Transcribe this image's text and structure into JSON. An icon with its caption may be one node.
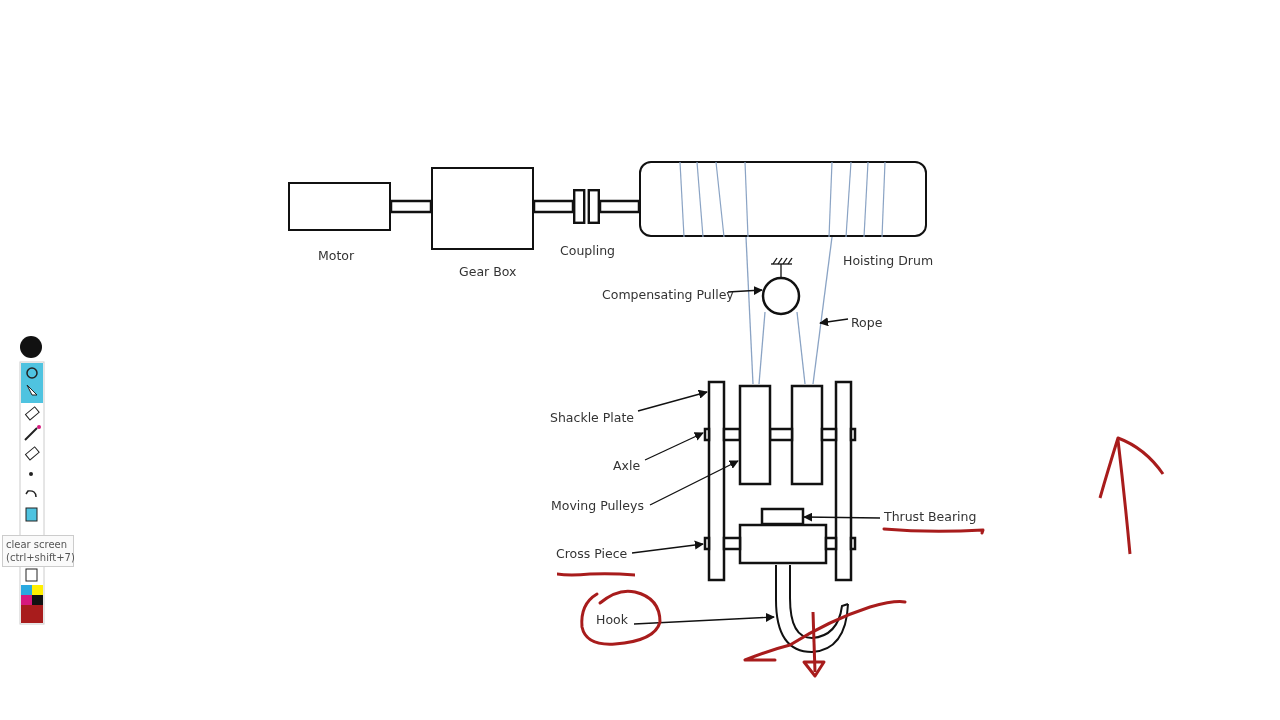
{
  "diagram": {
    "nodes": [
      {
        "text": [
          "Motor"
        ]
      },
      {
        "text": [
          "Gear Box"
        ]
      },
      {
        "text": [
          "Coupling"
        ]
      },
      {
        "text": [
          "Hoisting Drum"
        ]
      },
      {
        "text": [
          "Compensating Pulley"
        ]
      },
      {
        "text": [],
        "shape": "circle"
      },
      {
        "text": [
          "Rope"
        ]
      },
      {
        "text": [
          "Shackle Plate"
        ]
      },
      {
        "text": [],
        "shape": "bar"
      },
      {
        "text": [
          "Axle"
        ]
      },
      {
        "text": [],
        "shape": "bar"
      },
      {
        "text": [
          "Moving Pulleys"
        ]
      },
      {
        "text": [],
        "shape": "box"
      },
      {
        "text": [
          "Thrust Bearing"
        ]
      },
      {
        "text": [],
        "shape": "box"
      },
      {
        "text": [
          "Cross Piece"
        ]
      },
      {
        "text": [],
        "shape": "bar"
      },
      {
        "text": [
          "Hook"
        ]
      },
      {
        "text": [],
        "shape": "hook"
      }
    ],
    "edges": [
      {
        "from": 4,
        "to": 5,
        "arrow": "to"
      },
      {
        "from": 6,
        "to": null,
        "arrow": "to"
      },
      {
        "from": 7,
        "to": 8,
        "arrow": "to"
      },
      {
        "from": 9,
        "to": 10,
        "arrow": "to"
      },
      {
        "from": 11,
        "to": 12,
        "arrow": "to"
      },
      {
        "from": 13,
        "to": 14,
        "arrow": "to"
      },
      {
        "from": 15,
        "to": 16,
        "arrow": "to"
      },
      {
        "from": 17,
        "to": 18,
        "arrow": "to"
      }
    ],
    "labels": [
      "clear screen (ctrl+shift+7)"
    ]
  }
}
